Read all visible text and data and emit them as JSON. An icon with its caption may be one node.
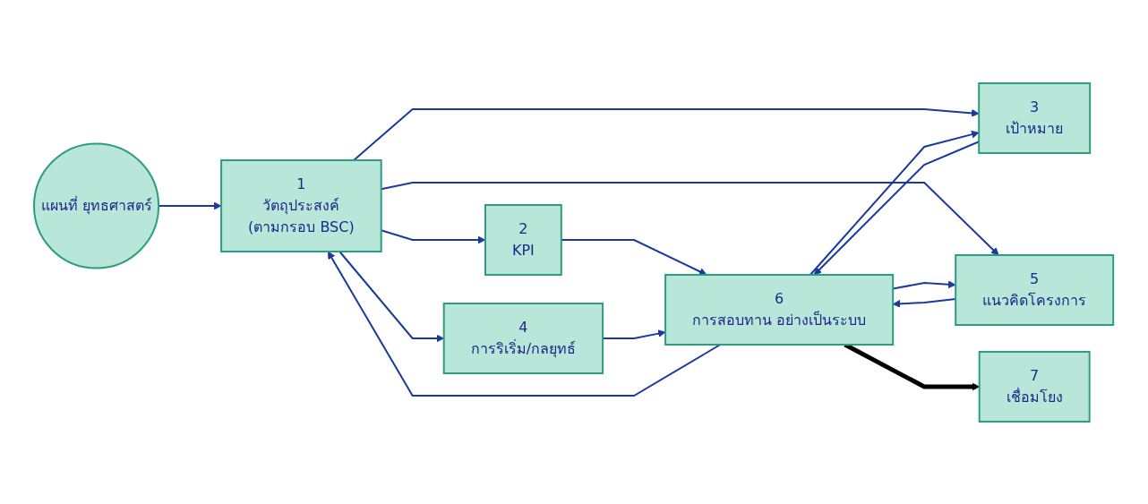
{
  "diagram": {
    "nodes": [
      {
        "text": [
          "แผนที่ ยุทธศาสตร์"
        ]
      },
      {
        "text": [
          "1",
          "วัตถุประสงค์",
          "(ตามกรอบ BSC)"
        ]
      },
      {
        "text": [
          "2",
          "KPI"
        ]
      },
      {
        "text": [
          "3",
          "เป้าหมาย"
        ]
      },
      {
        "text": [
          "4",
          "การริเริ่ม/กลยุทธ์"
        ]
      },
      {
        "text": [
          "5",
          "แนวคิดโครงการ"
        ]
      },
      {
        "text": [
          "6",
          "การสอบทาน อย่างเป็นระบบ"
        ]
      },
      {
        "text": [
          "7",
          "เชื่อมโยง"
        ]
      }
    ],
    "edges": [
      {
        "from": 0,
        "to": 1,
        "arrow": "to"
      },
      {
        "from": 1,
        "to": 2,
        "arrow": "to"
      },
      {
        "from": 1,
        "to": 3,
        "arrow": "to"
      },
      {
        "from": 1,
        "to": 4,
        "arrow": "to"
      },
      {
        "from": 1,
        "to": 5,
        "arrow": "to"
      },
      {
        "from": 2,
        "to": 6,
        "arrow": "to"
      },
      {
        "from": 3,
        "to": 6,
        "arrow": "to"
      },
      {
        "from": 6,
        "to": 3,
        "arrow": "to"
      },
      {
        "from": 4,
        "to": 6,
        "arrow": "to"
      },
      {
        "from": 5,
        "to": 6,
        "arrow": "to"
      },
      {
        "from": 6,
        "to": 5,
        "arrow": "to"
      },
      {
        "from": 6,
        "to": 1,
        "arrow": "to"
      },
      {
        "from": 6,
        "to": 7,
        "arrow": "to",
        "style": "thick",
        "color": "#000000"
      }
    ]
  }
}
